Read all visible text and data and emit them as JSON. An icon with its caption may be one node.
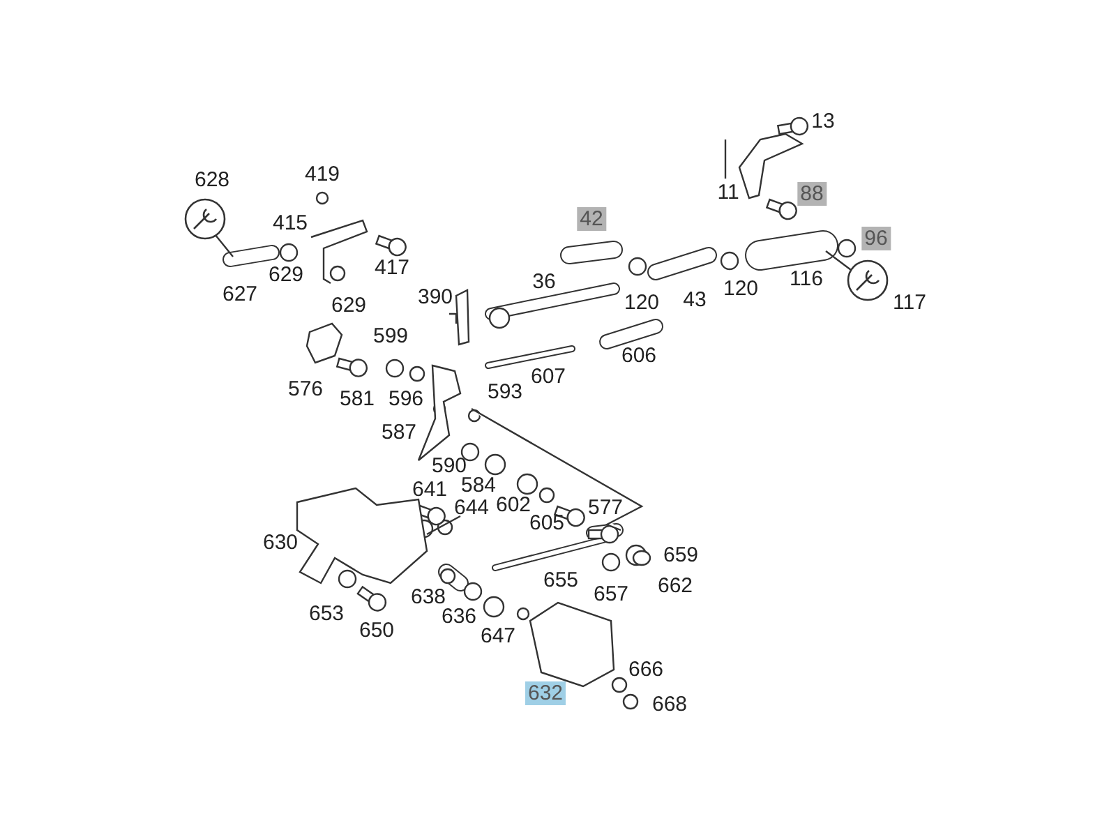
{
  "diagram": {
    "labels": [
      "13",
      "419",
      "628",
      "11",
      "88",
      "42",
      "415",
      "96",
      "417",
      "629",
      "116",
      "36",
      "120",
      "627",
      "390",
      "43",
      "120",
      "117",
      "629",
      "599",
      "606",
      "607",
      "576",
      "593",
      "581",
      "596",
      "587",
      "590",
      "584",
      "641",
      "602",
      "644",
      "577",
      "605",
      "630",
      "659",
      "655",
      "662",
      "657",
      "638",
      "653",
      "636",
      "650",
      "647",
      "666",
      "632",
      "668"
    ]
  }
}
